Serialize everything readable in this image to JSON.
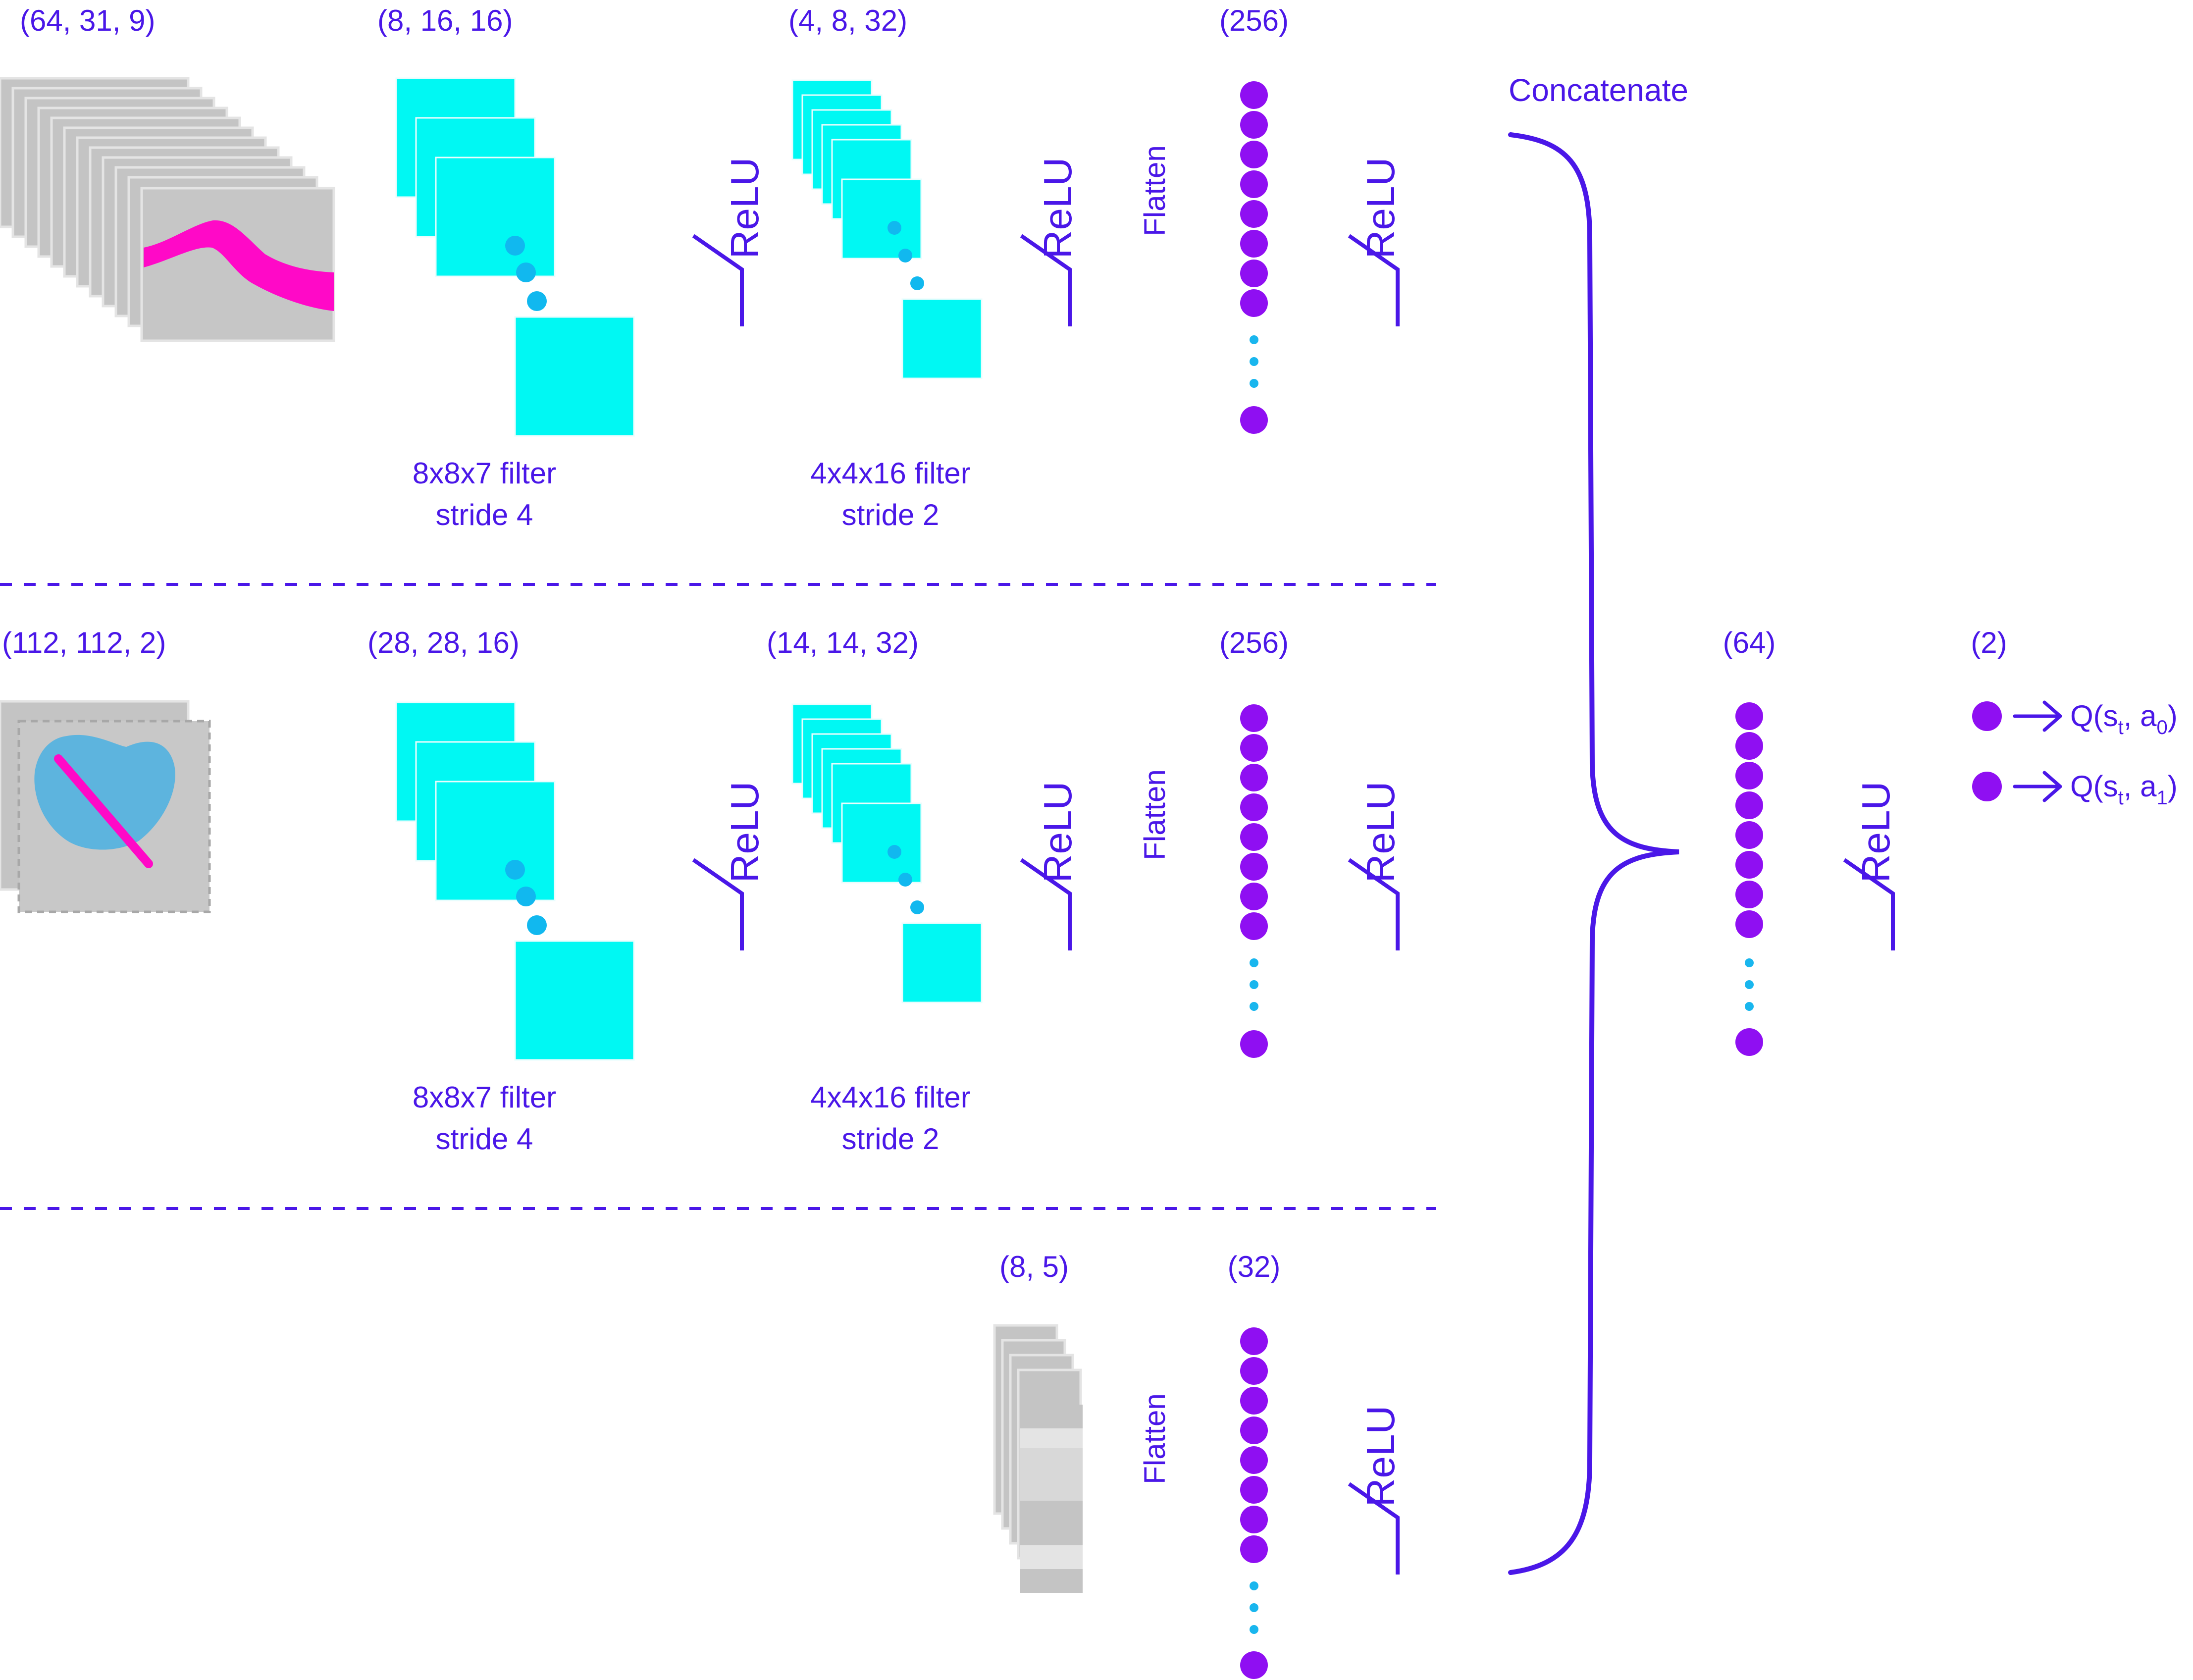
{
  "colors": {
    "text": "#4a17e8",
    "line": "#4a17e8",
    "neuron": "#8f0ff2",
    "dots": "#19b6ee",
    "feature_map": "#00f8f3",
    "feature_map_dot": "#11b8ef",
    "gray": "#c4c4c4",
    "gray_border": "#e4e4e4",
    "magenta": "#ff09c7",
    "blue_shape": "#5db4de"
  },
  "row1": {
    "input_shape": "(64, 31, 9)",
    "conv1_shape": "(8, 16, 16)",
    "conv1_filter": "8x8x7 filter",
    "conv1_stride": "stride 4",
    "conv2_shape": "(4, 8, 32)",
    "conv2_filter": "4x4x16 filter",
    "conv2_stride": "stride 2",
    "dense_shape": "(256)"
  },
  "row2": {
    "input_shape": "(112, 112, 2)",
    "conv1_shape": "(28, 28, 16)",
    "conv1_filter": "8x8x7 filter",
    "conv1_stride": "stride 4",
    "conv2_shape": "(14, 14, 32)",
    "conv2_filter": "4x4x16 filter",
    "conv2_stride": "stride 2",
    "dense_shape": "(256)"
  },
  "row3": {
    "input_shape": "(8, 5)",
    "dense_shape": "(32)"
  },
  "activation_label": "ReLU",
  "flatten_label": "Flatten",
  "concat_label": "Concatenate",
  "hidden_shape": "(64)",
  "output_shape": "(2)",
  "outputs": [
    {
      "q": "Q(s",
      "state_sub": "t",
      "mid": ", a",
      "action_sub": "0",
      "close": ")"
    },
    {
      "q": "Q(s",
      "state_sub": "t",
      "mid": ", a",
      "action_sub": "1",
      "close": ")"
    }
  ]
}
